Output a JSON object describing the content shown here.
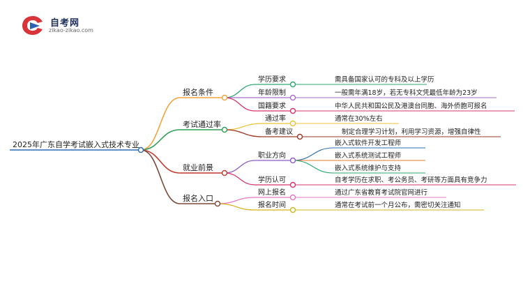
{
  "logo": {
    "title": "自考网",
    "subtitle": "zikao-zikao.com"
  },
  "root": {
    "label": "2025年广东自学考试嵌入式技术专业"
  },
  "branches": [
    {
      "label": "报名条件",
      "color": "#f3a33b",
      "children": [
        {
          "label": "学历要求",
          "color": "#2ba86f",
          "leaves": [
            {
              "label": "需具备国家认可的专科及以上学历",
              "color": "#2ba86f"
            }
          ]
        },
        {
          "label": "年龄限制",
          "color": "#a66ec9",
          "leaves": [
            {
              "label": "一般需年满18岁，若无专科文凭最低年龄为23岁",
              "color": "#a66ec9"
            }
          ]
        },
        {
          "label": "国籍要求",
          "color": "#d6336c",
          "leaves": [
            {
              "label": "中华人民共和国公民及港澳台同胞、海外侨胞可报名",
              "color": "#d6336c"
            }
          ]
        }
      ]
    },
    {
      "label": "考试通过率",
      "color": "#2e9e57",
      "children": [
        {
          "label": "通过率",
          "color": "#e8c33a",
          "leaves": [
            {
              "label": "通常在30%左右",
              "color": "#e8c33a"
            }
          ]
        },
        {
          "label": "备考建议",
          "color": "#9a3a24",
          "leaves": [
            {
              "label": "制定合理学习计划，利用学习资源，增强自律性",
              "color": "#9a3a24"
            }
          ]
        }
      ]
    },
    {
      "label": "就业前景",
      "color": "#c0392b",
      "children": [
        {
          "label": "职业方向",
          "color": "#8e5bc4",
          "leaves": [
            {
              "label": "嵌入式软件开发工程师",
              "color": "#2d6cb5"
            },
            {
              "label": "嵌入式系统测试工程师",
              "color": "#e57b24"
            },
            {
              "label": "嵌入式系统维护与支持",
              "color": "#2ba86f"
            }
          ]
        },
        {
          "label": "学历认可",
          "color": "#d6336c",
          "leaves": [
            {
              "label": "自考学历在求职、考公务员、考研等方面具有竞争力",
              "color": "#d6336c"
            }
          ]
        }
      ]
    },
    {
      "label": "报名入口",
      "color": "#7a4a3a",
      "children": [
        {
          "label": "网上报名",
          "color": "#e576c8",
          "leaves": [
            {
              "label": "通过广东省教育考试院官网进行",
              "color": "#e576c8"
            }
          ]
        },
        {
          "label": "报名时间",
          "color": "#d4b51e",
          "leaves": [
            {
              "label": "通常在考试前一个月公布，需密切关注通知",
              "color": "#d4b51e"
            }
          ]
        }
      ]
    }
  ]
}
